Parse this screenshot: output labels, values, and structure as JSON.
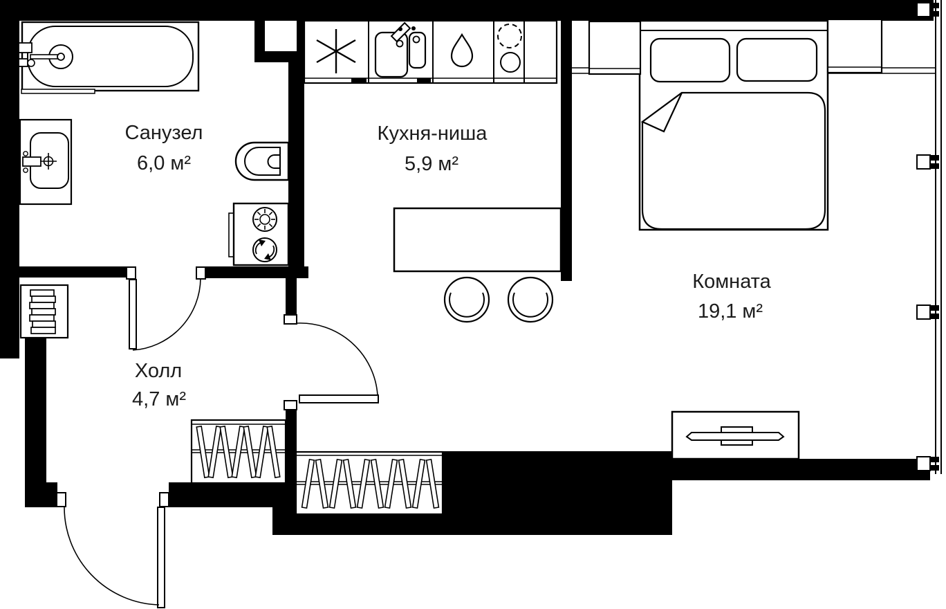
{
  "page": {
    "title": "Apartment floor plan"
  },
  "rooms": {
    "bathroom": {
      "name": "Санузел",
      "area": "6,0 м²"
    },
    "kitchen": {
      "name": "Кухня-ниша",
      "area": "5,9 м²"
    },
    "living": {
      "name": "Комната",
      "area": "19,1 м²"
    },
    "hall": {
      "name": "Холл",
      "area": "4,7 м²"
    }
  },
  "fixtures": [
    "bathtub",
    "bathroom-sink",
    "toilet",
    "washer-dryer",
    "shoe-rack",
    "kitchen-counter",
    "hood-symbol",
    "kitchen-sink",
    "water-drop-symbol",
    "cooktop",
    "dining-table",
    "stool",
    "double-bed",
    "pillow",
    "blanket",
    "nightstand",
    "wardrobe-hangers",
    "tv-dresser",
    "window-wall",
    "swing-door"
  ],
  "colors": {
    "wall": "#000000",
    "line": "#1a1a1a",
    "floor": "#ffffff",
    "text": "#1c1c1c"
  }
}
